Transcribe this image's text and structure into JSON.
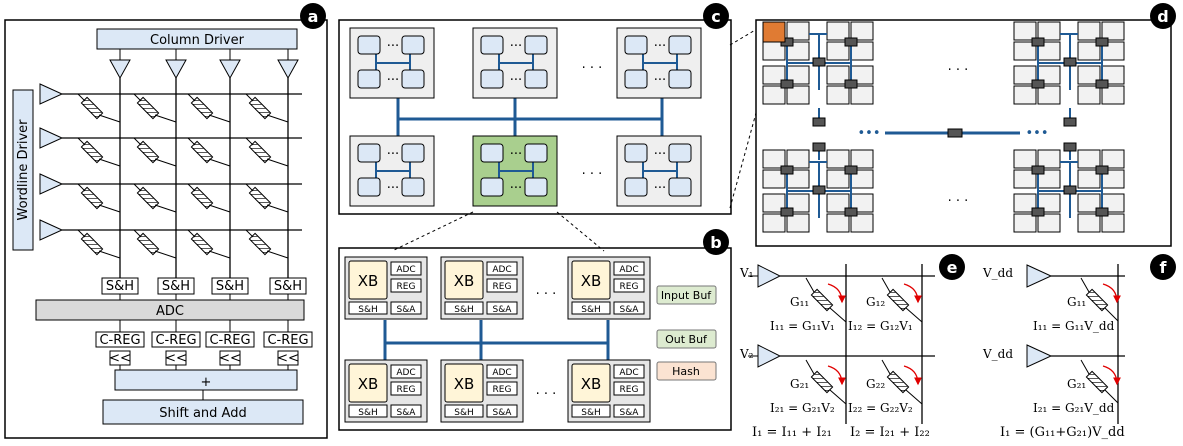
{
  "panel_a": {
    "badge": "a",
    "column_driver": "Column Driver",
    "wordline_driver": "Wordline Driver",
    "sh": "S&H",
    "adc": "ADC",
    "creg": "C-REG",
    "shift": "<<",
    "plus": "+",
    "shift_add": "Shift and Add"
  },
  "panel_b": {
    "badge": "b",
    "xb": "XB",
    "adc": "ADC",
    "reg": "REG",
    "sh": "S&H",
    "sa": "S&A",
    "ellipsis": "· · ·",
    "input_buf": "Input Buf",
    "out_buf": "Out Buf",
    "hash": "Hash"
  },
  "panel_c": {
    "badge": "c",
    "ellipsis": "· · ·",
    "inner_ellipsis": "···"
  },
  "panel_d": {
    "badge": "d",
    "ellipsis": "· · ·",
    "dots_left": "•••",
    "dots_right": "•••"
  },
  "panel_e": {
    "badge": "e",
    "v1": "V₁",
    "v2": "V₂",
    "g11": "G₁₁",
    "g12": "G₁₂",
    "g21": "G₂₁",
    "g22": "G₂₂",
    "i11": "I₁₁ = G₁₁V₁",
    "i12": "I₁₂ = G₁₂V₁",
    "i21": "I₂₁ = G₂₁V₂",
    "i22": "I₂₂ = G₂₂V₂",
    "sum1": "I₁ = I₁₁ + I₂₁",
    "sum2": "I₂ = I₂₁ + I₂₂"
  },
  "panel_f": {
    "badge": "f",
    "vdd1": "V_dd",
    "vdd2": "V_dd",
    "g11": "G₁₁",
    "g21": "G₂₁",
    "i11": "I₁₁ = G₁₁V_dd",
    "i21": "I₂₁ = G₂₁V_dd",
    "sum": "I₁ = (G₁₁+G₂₁)V_dd"
  },
  "colors": {
    "light_blue": "#dce8f6",
    "blue_line": "#1f5a94",
    "green": "#a9cf8e",
    "orange": "#e07b33",
    "cream": "#fff5d8",
    "gray_box": "#efefef",
    "dark_gray": "#555555"
  }
}
